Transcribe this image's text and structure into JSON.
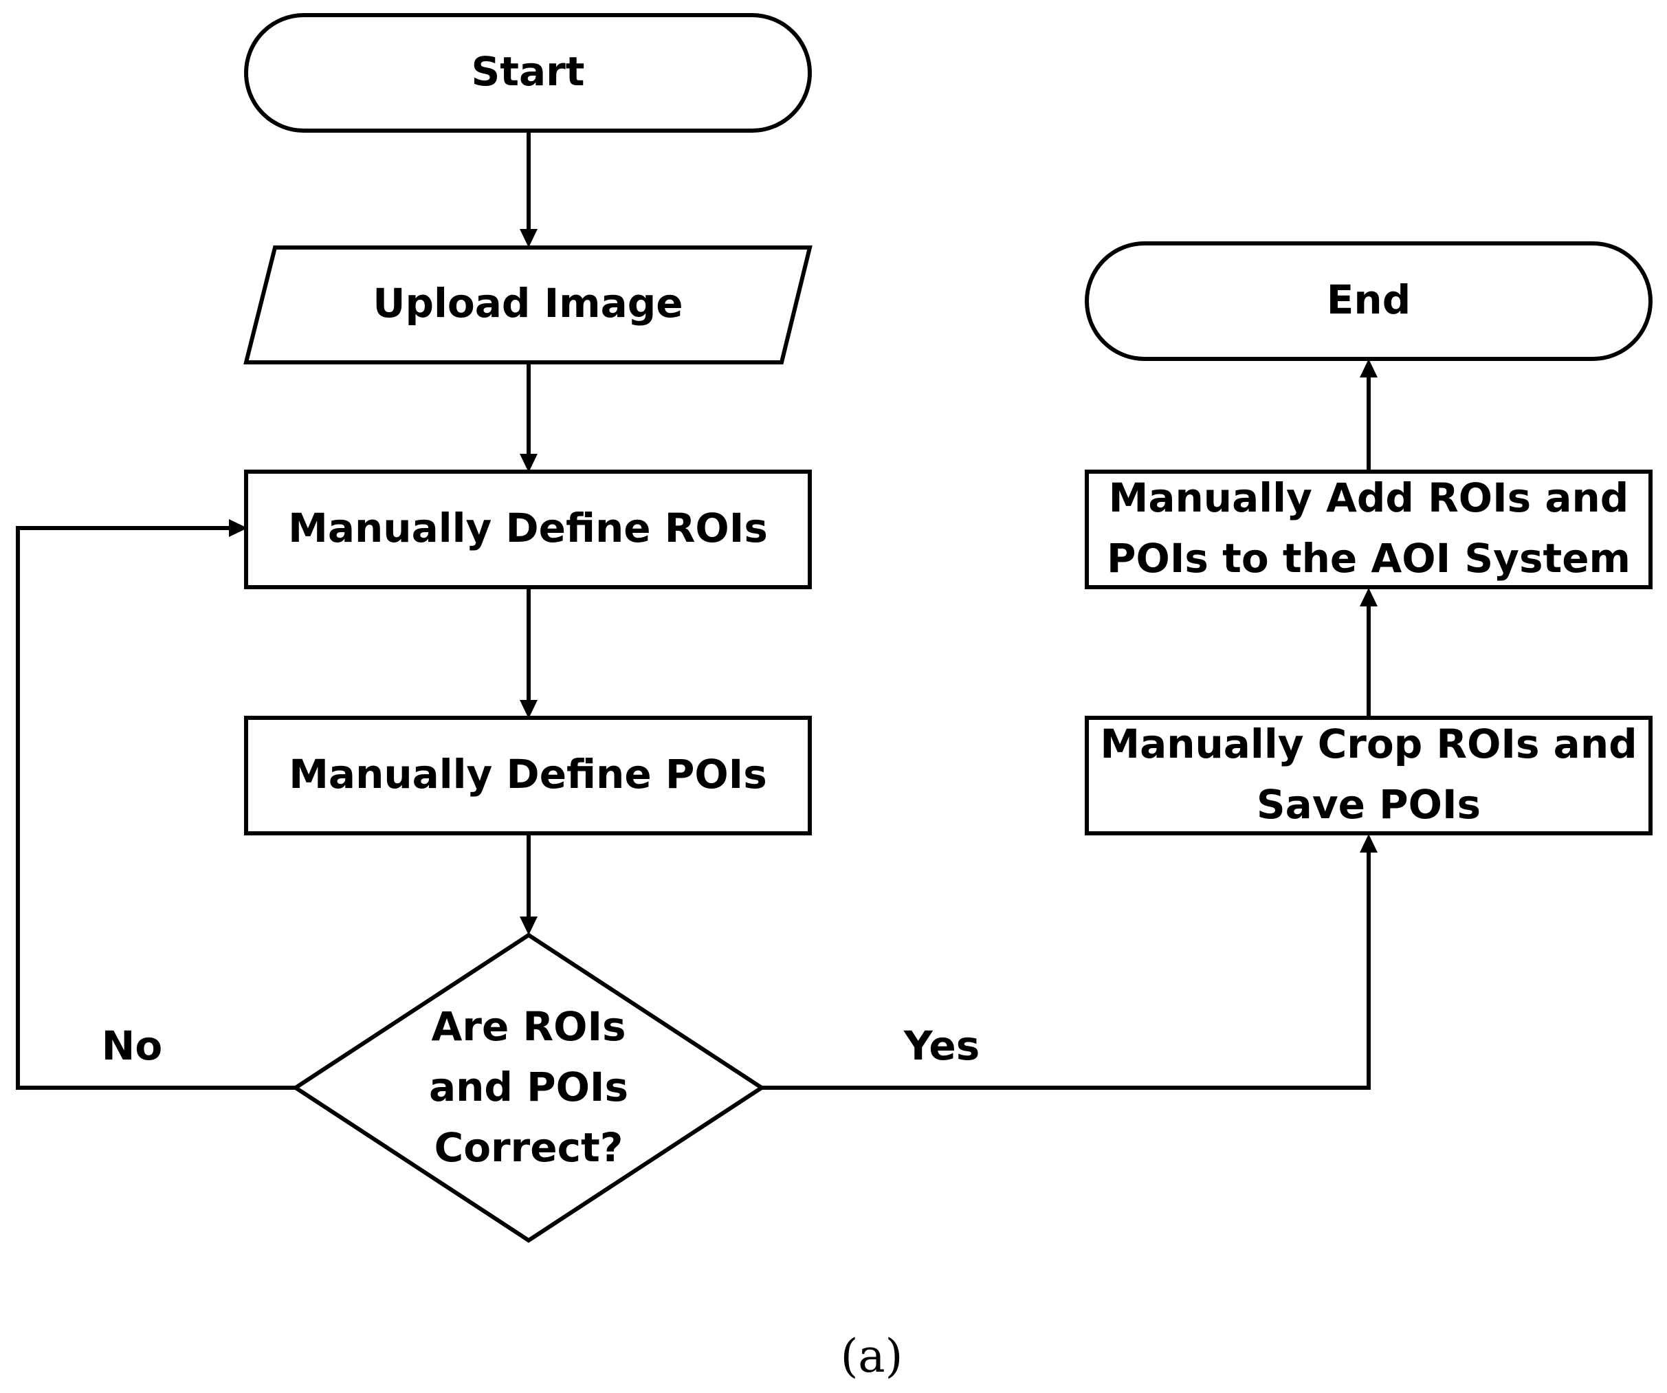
{
  "nodes": {
    "start": "Start",
    "upload": "Upload Image",
    "define_rois": "Manually Define ROIs",
    "define_pois": "Manually Define POIs",
    "decision": [
      "Are ROIs",
      "and POIs",
      "Correct?"
    ],
    "crop": [
      "Manually Crop ROIs and",
      "Save POIs"
    ],
    "add": [
      "Manually Add ROIs and",
      "POIs to the AOI System"
    ],
    "end": "End"
  },
  "edges": {
    "no_label": "No",
    "yes_label": "Yes"
  },
  "caption": "(a)"
}
